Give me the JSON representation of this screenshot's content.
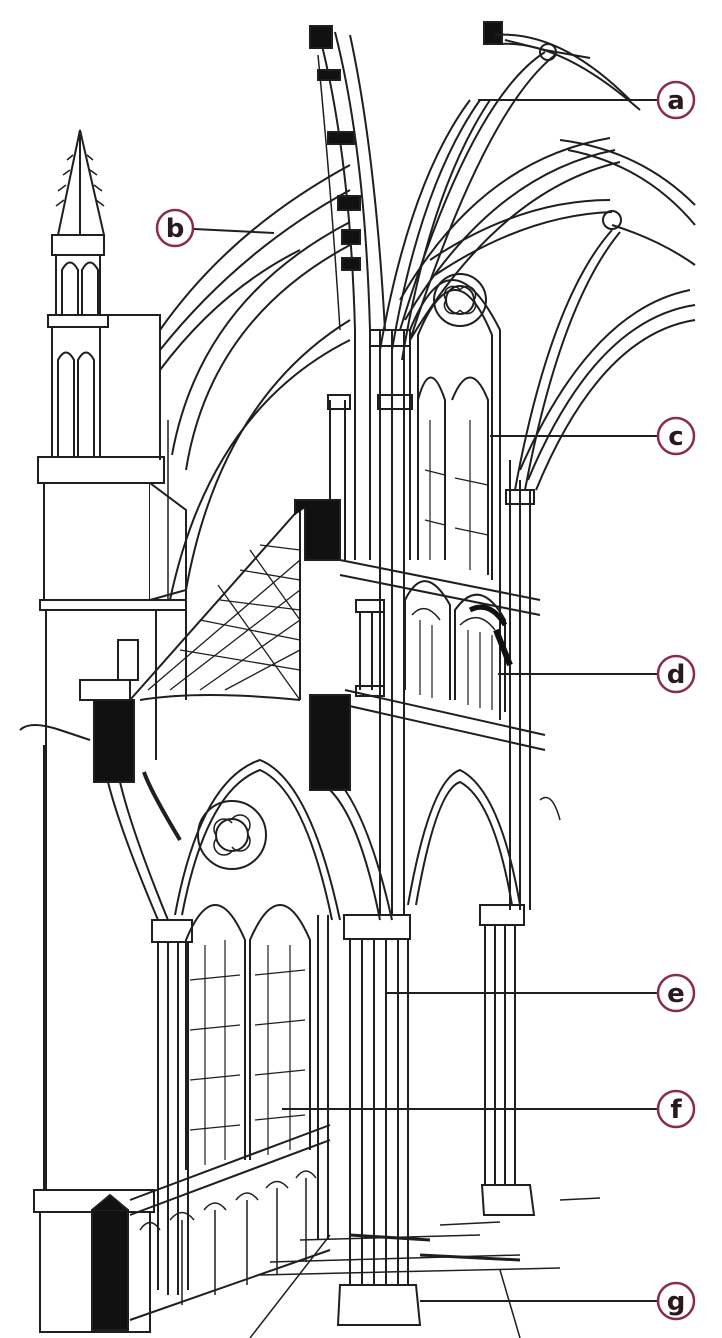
{
  "labels": [
    {
      "id": "a",
      "text": "a"
    },
    {
      "id": "b",
      "text": "b"
    },
    {
      "id": "c",
      "text": "c"
    },
    {
      "id": "d",
      "text": "d"
    },
    {
      "id": "e",
      "text": "e"
    },
    {
      "id": "f",
      "text": "f"
    },
    {
      "id": "g",
      "text": "g"
    }
  ],
  "colors": {
    "ink": "#1f1f1f",
    "circle_stroke": "#8c2a4a",
    "background": "#ffffff",
    "shadow": "#111111"
  }
}
